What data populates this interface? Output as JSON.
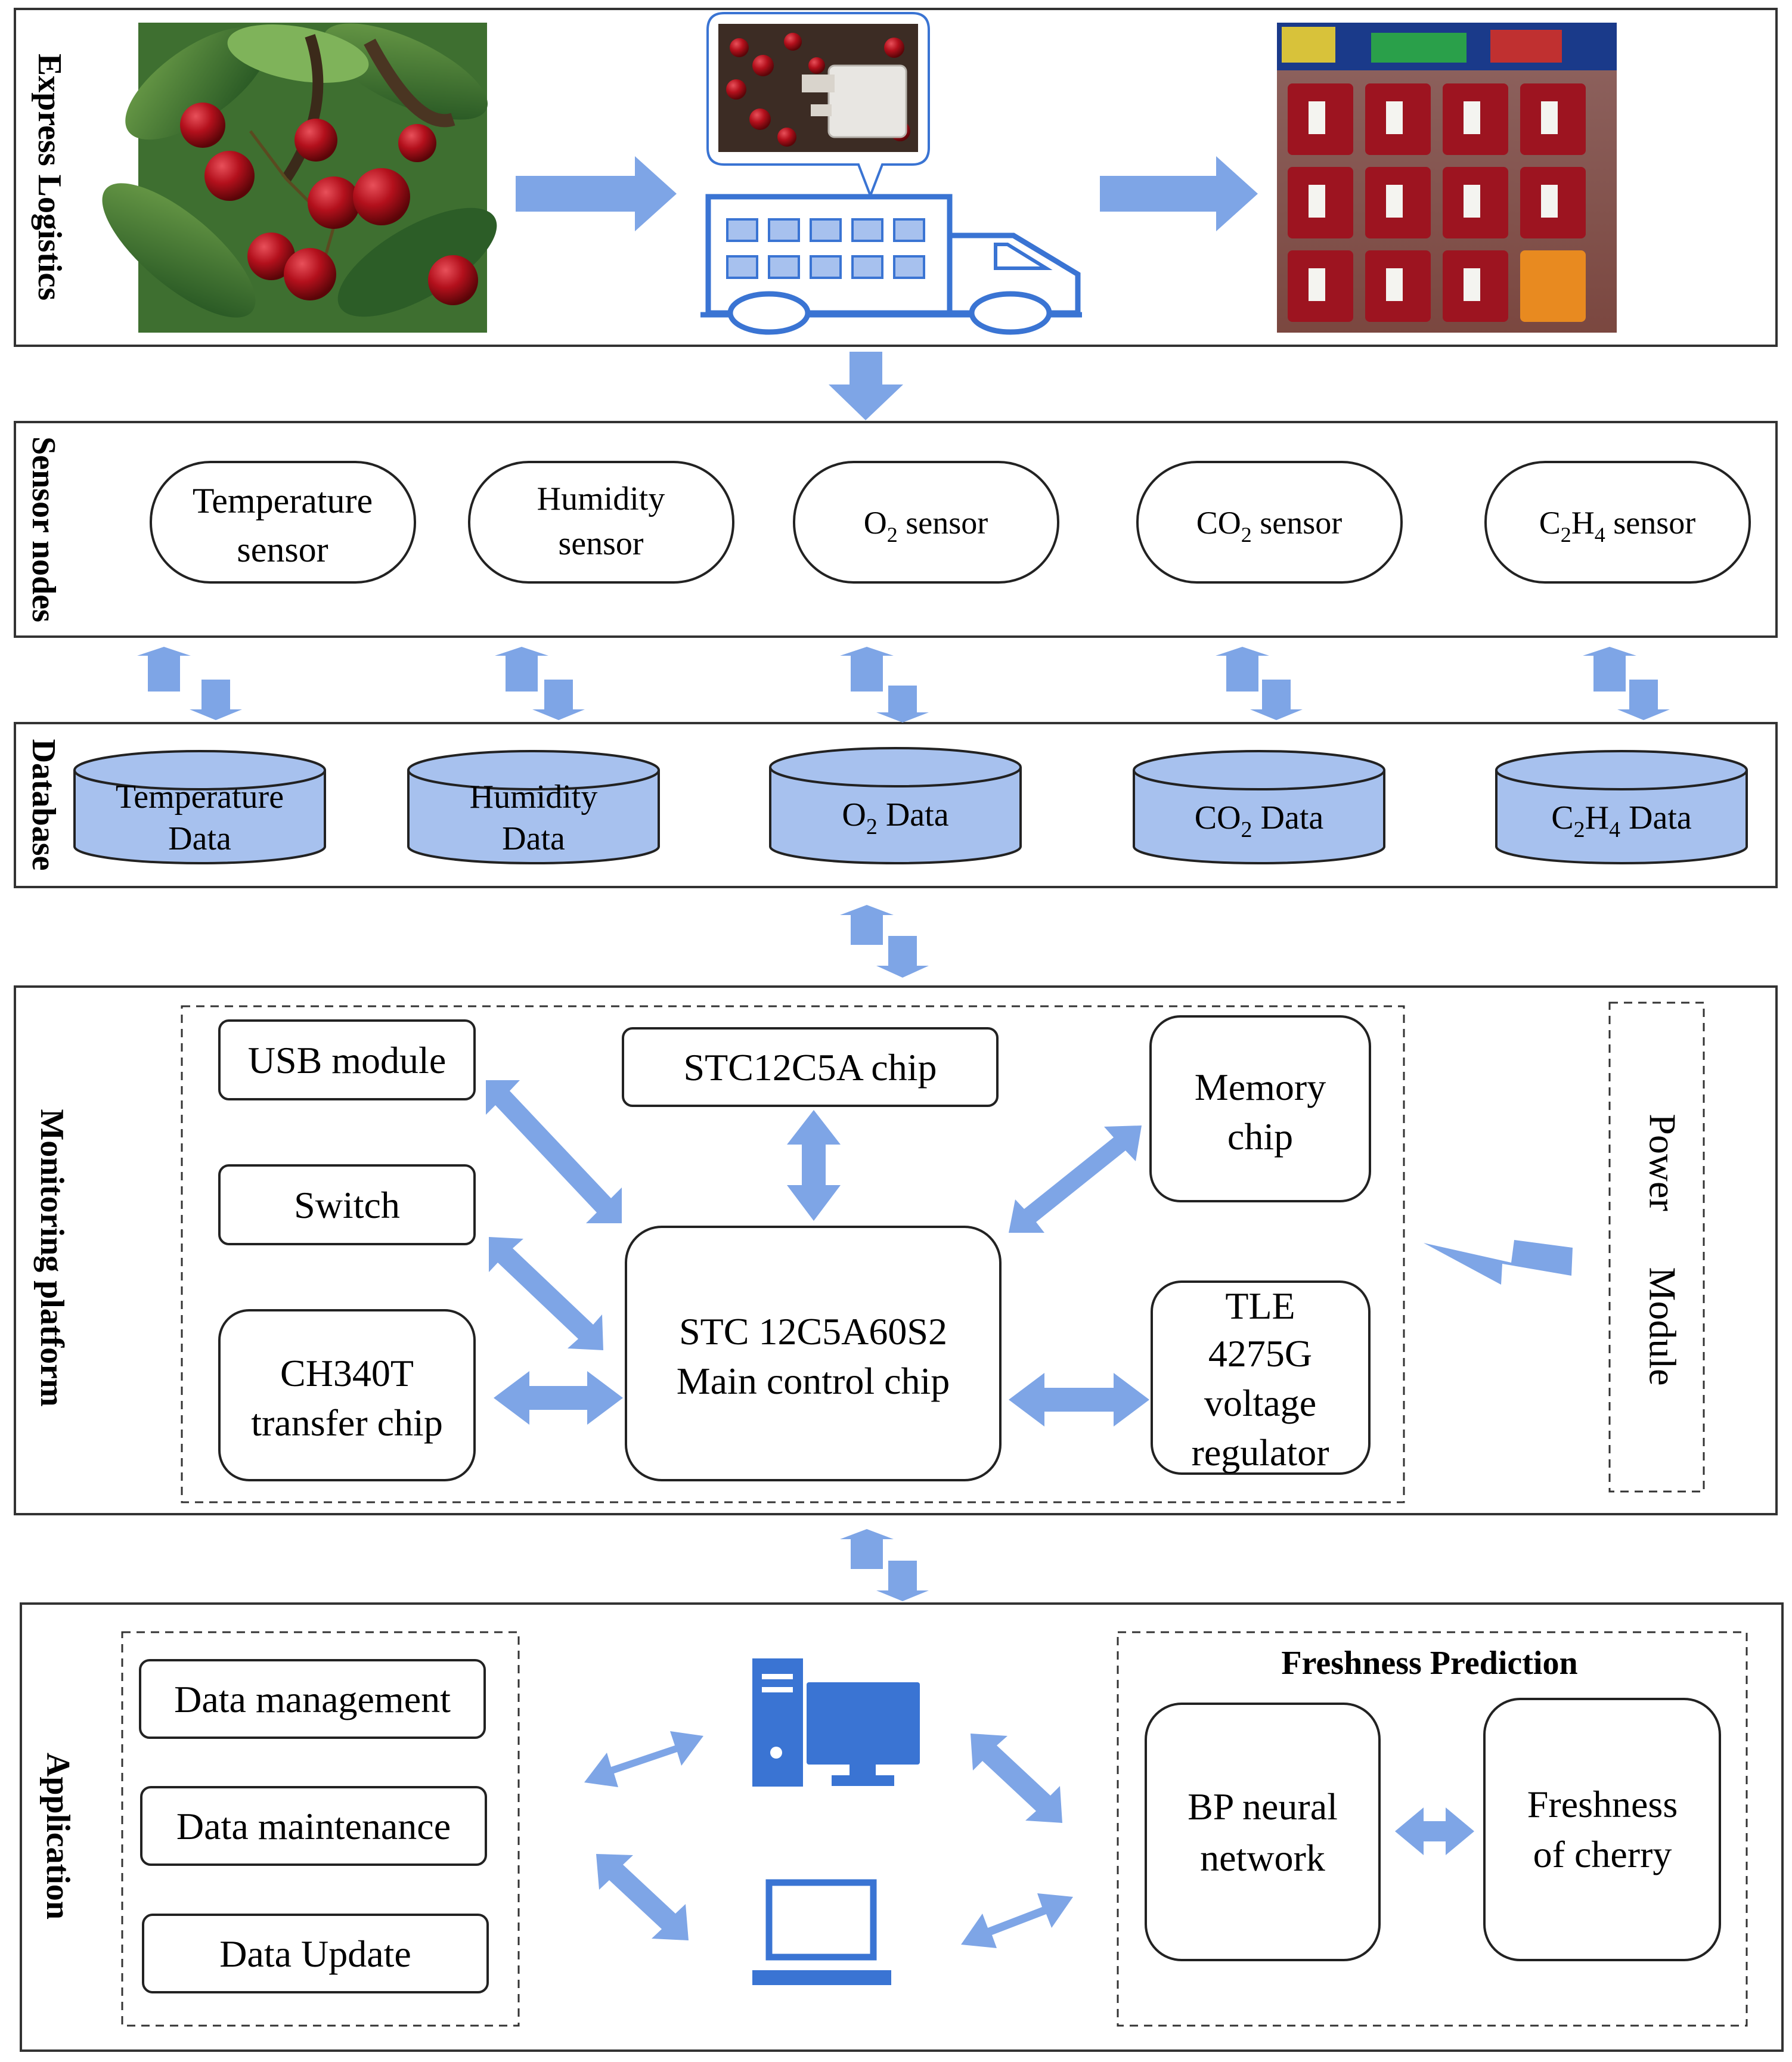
{
  "colors": {
    "arrow": "#7ea5e6",
    "cylinder": "#a7c1ee",
    "icon": "#3a74d3",
    "cherry_red": "#b0101c",
    "leaf_green": "#2f6b2a",
    "panel_border": "#333333"
  },
  "layers": {
    "express": {
      "label": "Express Logistics"
    },
    "sensors": {
      "label": "Sensor nodes",
      "items": [
        {
          "lines": [
            "Temperature",
            "sensor"
          ]
        },
        {
          "lines": [
            "Humidity",
            "sensor"
          ]
        },
        {
          "main": "O",
          "sub": "2",
          "rest": " sensor"
        },
        {
          "main": "CO",
          "sub": "2",
          "rest": " sensor"
        },
        {
          "main": "C",
          "sub": "2",
          "mid": "H",
          "sub2": "4",
          "rest": " sensor"
        }
      ]
    },
    "database": {
      "label": "Database",
      "items": [
        {
          "lines": [
            "Temperature",
            "Data"
          ]
        },
        {
          "lines": [
            "Humidity",
            "Data"
          ]
        },
        {
          "main": "O",
          "sub": "2",
          "rest": " Data"
        },
        {
          "main": "CO",
          "sub": "2",
          "rest": " Data"
        },
        {
          "main": "C",
          "sub": "2",
          "mid": "H",
          "sub2": "4",
          "rest": " Data"
        }
      ]
    },
    "monitoring": {
      "label": "Monitoring platform",
      "usb": "USB module",
      "switch": "Switch",
      "ch340": [
        "CH340T",
        "transfer chip"
      ],
      "stc_chip": "STC12C5A chip",
      "main_chip": [
        "STC 12C5A60S2",
        "Main control chip"
      ],
      "memory": [
        "Memory",
        "chip"
      ],
      "regulator": [
        "TLE",
        "4275G",
        "voltage",
        "regulator"
      ],
      "power": [
        "Power",
        "Module"
      ]
    },
    "application": {
      "label": "Application",
      "data_management": "Data management",
      "data_maintenance": "Data maintenance",
      "data_update": "Data Update",
      "freshness_title": "Freshness Prediction",
      "bp": [
        "BP neural",
        "network"
      ],
      "freshness": [
        "Freshness",
        "of cherry"
      ]
    }
  },
  "icons": {
    "cherry_photo": "cherry-tree-photo",
    "sensor_box_photo": "sensor-in-cherry-box-photo",
    "truck": "truck-icon",
    "market_photo": "supermarket-cherries-photo",
    "desktop": "desktop-computer-icon",
    "laptop": "laptop-icon",
    "lightning": "lightning-icon"
  }
}
